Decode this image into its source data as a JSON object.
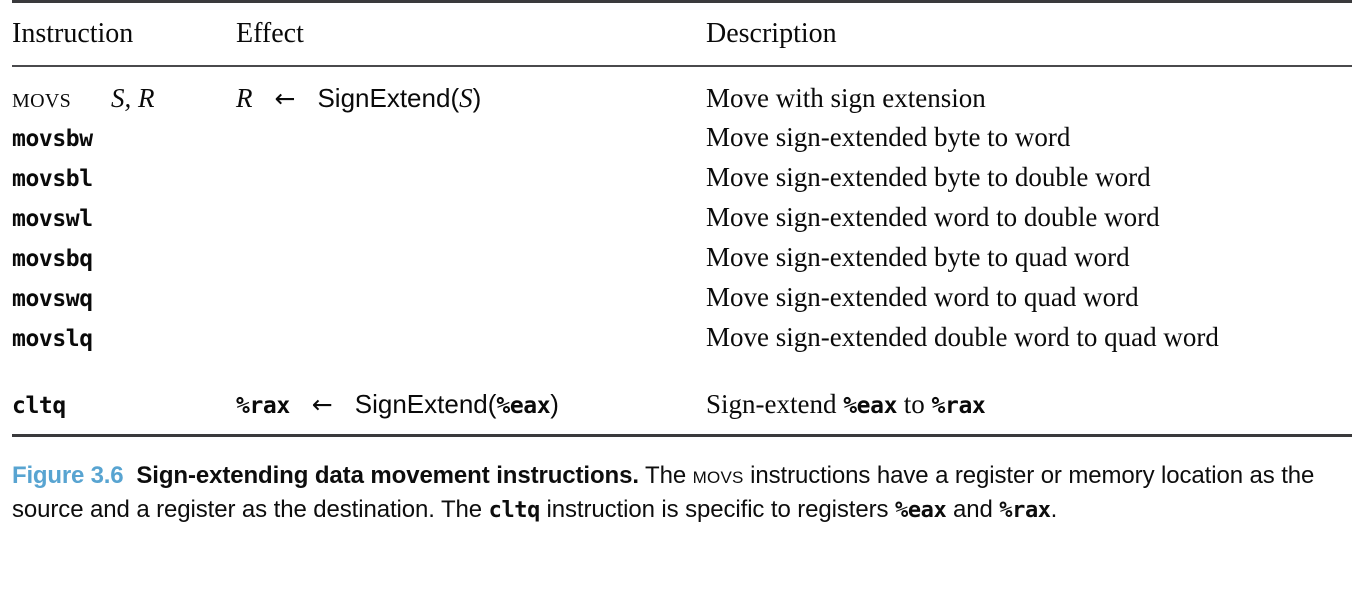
{
  "figure": {
    "columns": [
      "Instruction",
      "Effect",
      "Description"
    ],
    "movs_group": {
      "instruction_name": "MOVS",
      "instruction_operands": "S, R",
      "effect_dest": "R",
      "effect_arrow": "←",
      "effect_fn": "SignExtend",
      "effect_src": "S",
      "description": "Move with sign extension",
      "variants": [
        {
          "mnemonic": "movsbw",
          "description": "Move sign-extended byte to word"
        },
        {
          "mnemonic": "movsbl",
          "description": "Move sign-extended byte to double word"
        },
        {
          "mnemonic": "movswl",
          "description": "Move sign-extended word to double word"
        },
        {
          "mnemonic": "movsbq",
          "description": "Move sign-extended byte to quad word"
        },
        {
          "mnemonic": "movswq",
          "description": "Move sign-extended word to quad word"
        },
        {
          "mnemonic": "movslq",
          "description": "Move sign-extended double word to quad word"
        }
      ]
    },
    "cltq_row": {
      "mnemonic": "cltq",
      "effect_dest": "%rax",
      "effect_arrow": "←",
      "effect_fn": "SignExtend",
      "effect_src": "%eax",
      "desc_prefix": "Sign-extend ",
      "desc_reg_src": "%eax",
      "desc_middle": " to ",
      "desc_reg_dest": "%rax"
    },
    "caption": {
      "label": "Figure 3.6",
      "title": "Sign-extending data movement instructions.",
      "body_1": "The ",
      "body_smallcaps": "MOVS",
      "body_2": " instructions have a register or memory location as the source and a register as the destination. The ",
      "body_mono_1": "cltq",
      "body_3": " instruction is specific to registers ",
      "body_mono_2": "%eax",
      "body_4": " and ",
      "body_mono_3": "%rax",
      "body_5": "."
    }
  },
  "colors": {
    "accent": "#58a4d1",
    "rule": "#3a3a3c",
    "text": "#0a0a0a"
  }
}
